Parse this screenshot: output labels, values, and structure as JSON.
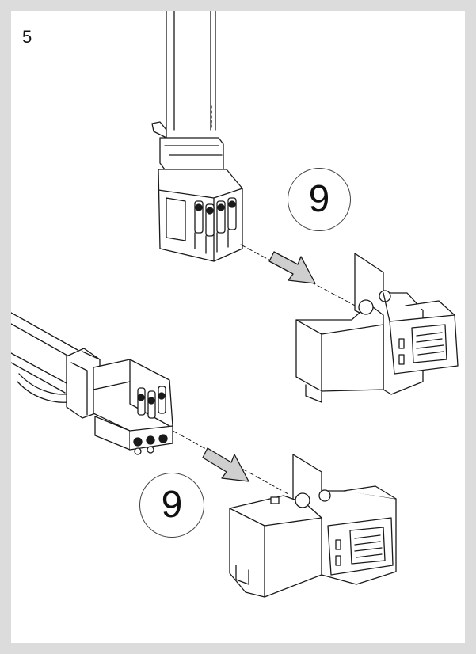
{
  "page": {
    "step_number": "5"
  },
  "callouts": [
    {
      "label": "9"
    },
    {
      "label": "9"
    }
  ],
  "colors": {
    "background": "#dcdcdc",
    "panel": "#ffffff",
    "line": "#1a1a1a",
    "arrow_fill": "#cfcfcf"
  }
}
